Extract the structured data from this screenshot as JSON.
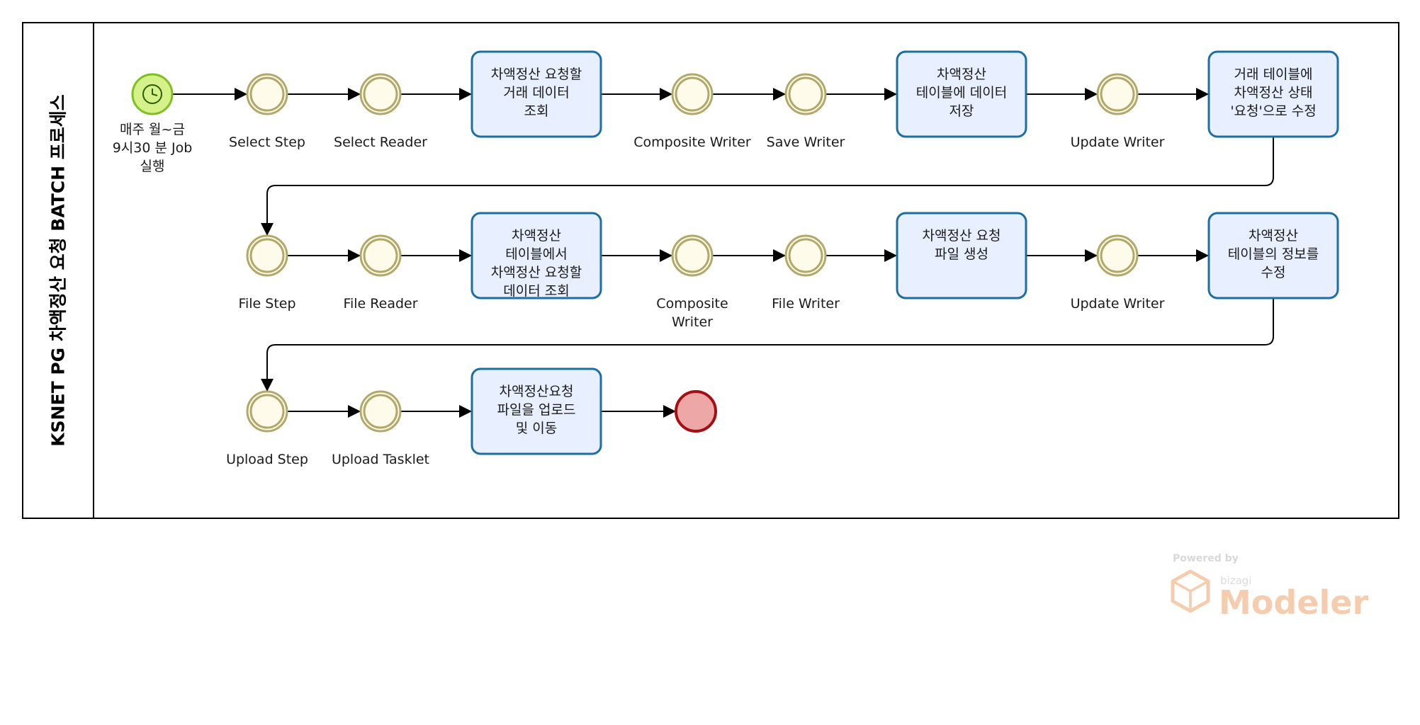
{
  "pool": {
    "title": "KSNET PG 차액정산 요청 BATCH 프로세스"
  },
  "start_event": {
    "label_lines": [
      "매주 월~금",
      "9시30 분 Job",
      "실행"
    ]
  },
  "rows": [
    {
      "nodes": [
        {
          "kind": "event",
          "label_lines": [
            "Select Step"
          ]
        },
        {
          "kind": "event",
          "label_lines": [
            "Select Reader"
          ]
        },
        {
          "kind": "task",
          "text_lines": [
            "차액정산 요청할",
            "거래 데이터",
            "조회"
          ]
        },
        {
          "kind": "event",
          "label_lines": [
            "Composite Writer"
          ]
        },
        {
          "kind": "event",
          "label_lines": [
            "Save Writer"
          ]
        },
        {
          "kind": "task",
          "text_lines": [
            "차액정산",
            "테이블에 데이터",
            "저장"
          ]
        },
        {
          "kind": "event",
          "label_lines": [
            "Update Writer"
          ]
        },
        {
          "kind": "task",
          "text_lines": [
            "거래 테이블에",
            "차액정산 상태",
            "'요청'으로 수정"
          ]
        }
      ]
    },
    {
      "nodes": [
        {
          "kind": "event",
          "label_lines": [
            "File Step"
          ]
        },
        {
          "kind": "event",
          "label_lines": [
            "File Reader"
          ]
        },
        {
          "kind": "task",
          "text_lines": [
            "차액정산",
            "테이블에서",
            "차액정산 요청할",
            "데이터 조회"
          ]
        },
        {
          "kind": "event",
          "label_lines": [
            "Composite",
            "Writer"
          ]
        },
        {
          "kind": "event",
          "label_lines": [
            "File Writer"
          ]
        },
        {
          "kind": "task",
          "text_lines": [
            "차액정산 요청",
            "파일 생성"
          ]
        },
        {
          "kind": "event",
          "label_lines": [
            "Update Writer"
          ]
        },
        {
          "kind": "task",
          "text_lines": [
            "차액정산",
            "테이블의 정보를",
            "수정"
          ]
        }
      ]
    },
    {
      "nodes": [
        {
          "kind": "event",
          "label_lines": [
            "Upload Step"
          ]
        },
        {
          "kind": "event",
          "label_lines": [
            "Upload Tasklet"
          ]
        },
        {
          "kind": "task",
          "text_lines": [
            "차액정산요청",
            "파일을 업로드",
            "및 이동"
          ]
        }
      ]
    }
  ],
  "end_event": {
    "label_lines": []
  },
  "watermark": {
    "powered_by": "Powered by",
    "brand": "bizagi",
    "product": "Modeler"
  },
  "colors": {
    "start_fill": "#d4f18a",
    "start_stroke": "#7fbf1f",
    "event_fill": "#fffbea",
    "event_stroke": "#b1a86a",
    "task_fill": "#e8efff",
    "task_stroke": "#1b6fa3",
    "end_fill": "#eea7a7",
    "end_stroke": "#a50f14",
    "flow": "#000000",
    "watermark": "#f6ccae"
  }
}
